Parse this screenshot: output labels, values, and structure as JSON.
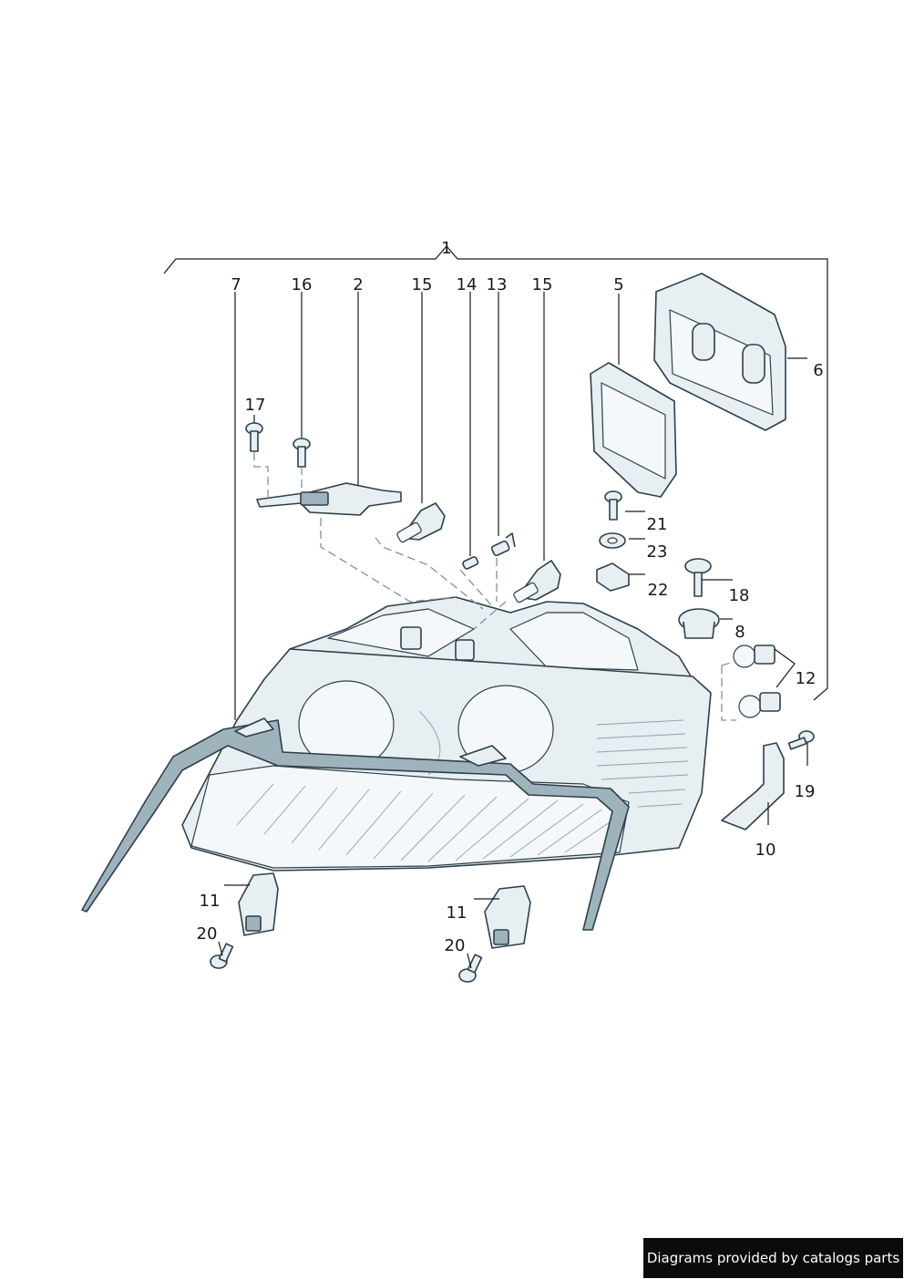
{
  "callouts": {
    "c1": "1",
    "c2": "2",
    "c5": "5",
    "c6": "6",
    "c7": "7",
    "c8": "8",
    "c10": "10",
    "c11a": "11",
    "c11b": "11",
    "c12": "12",
    "c13": "13",
    "c14": "14",
    "c15a": "15",
    "c15b": "15",
    "c16": "16",
    "c17": "17",
    "c18": "18",
    "c19": "19",
    "c20a": "20",
    "c20b": "20",
    "c21": "21",
    "c22": "22",
    "c23": "23"
  },
  "footer": {
    "text": "Diagrams provided by catalogs parts"
  },
  "colors": {
    "outline": "#2f3f4a",
    "fill": "#e7eff2",
    "trim": "#9fb3bd",
    "footer_bg": "#0b0b0b"
  }
}
